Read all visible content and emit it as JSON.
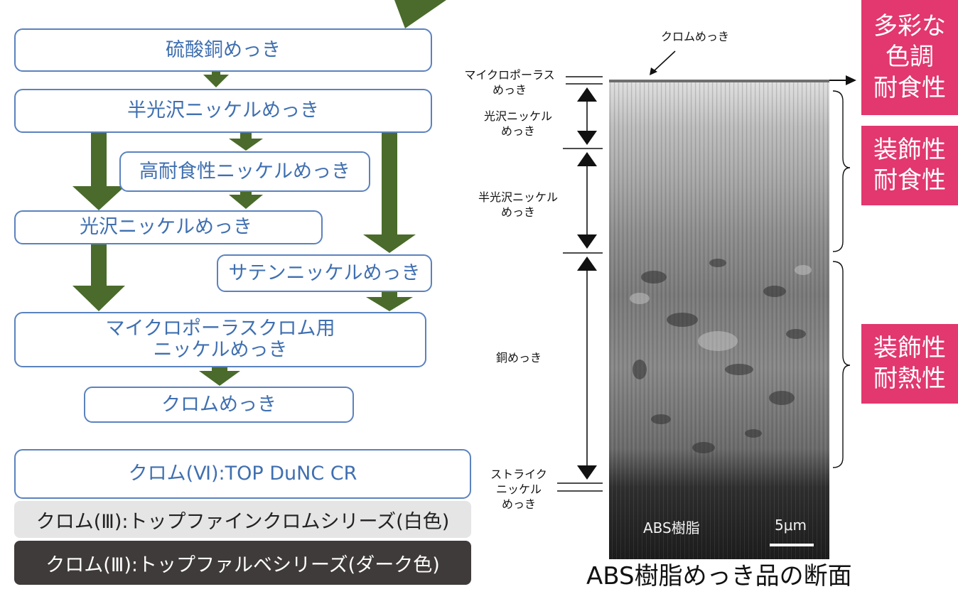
{
  "flow": {
    "copper": "硫酸銅めっき",
    "semi_bright_nickel": "半光沢ニッケルめっき",
    "high_corrosion_nickel": "高耐食性ニッケルめっき",
    "bright_nickel": "光沢ニッケルめっき",
    "satin_nickel": "サテンニッケルめっき",
    "microporous_nickel_line1": "マイクロポーラスクロム用",
    "microporous_nickel_line2": "ニッケルめっき",
    "chrome": "クロムめっき"
  },
  "series": {
    "cr6": "クロム(Ⅵ):TOP DuNC CR",
    "cr3_white": "クロム(Ⅲ):トップファインクロムシリーズ(白色)",
    "cr3_dark": "クロム(Ⅲ):トップファルベシリーズ(ダーク色)"
  },
  "cross_section": {
    "chrome_label": "クロムめっき",
    "microporous_line1": "マイクロポーラス",
    "microporous_line2": "めっき",
    "bright_nickel_line1": "光沢ニッケル",
    "bright_nickel_line2": "めっき",
    "semi_bright_line1": "半光沢ニッケル",
    "semi_bright_line2": "めっき",
    "copper": "銅めっき",
    "strike_line1": "ストライク",
    "strike_line2": "ニッケル",
    "strike_line3": "めっき",
    "abs_resin": "ABS樹脂",
    "scale": "5μm",
    "caption": "ABS樹脂めっき品の断面"
  },
  "tags": {
    "tag1": [
      "多彩な",
      "色調",
      "耐食性"
    ],
    "tag2": [
      "装飾性",
      "耐食性"
    ],
    "tag3": [
      "装飾性",
      "耐熱性"
    ]
  },
  "colors": {
    "arrow_green": "#4a6b2b",
    "box_border": "#5b82be",
    "box_text": "#3f6fb0",
    "tag_pink": "#e2376f",
    "series_gray": "#e5e5e5",
    "series_dark": "#3f3b3a"
  }
}
